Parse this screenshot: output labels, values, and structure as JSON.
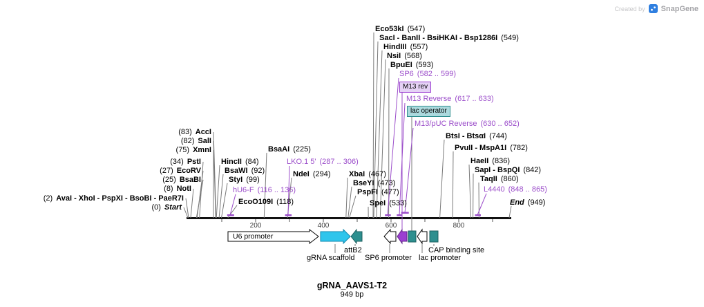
{
  "watermark": {
    "created_by": "Created by",
    "brand": "SnapGene"
  },
  "footer": {
    "title": "gRNA_AAVS1-T2",
    "length": "949 bp"
  },
  "colors": {
    "primer_purple": "#9b4dca",
    "callout_grey": "#7a7a7a",
    "map_black": "#111111",
    "scaffold_cyan": "#2fc5ec",
    "feature_teal": "#2e8f8f",
    "m13rev_purple": "#9b3fd1",
    "m13rev_label_fill": "#e5d2f5",
    "lac_label_fill": "#abd9dd"
  },
  "ruler": {
    "ticks": [
      "200",
      "400",
      "600",
      "800"
    ]
  },
  "left_sites": [
    {
      "pos": "(83)",
      "name": "AccI"
    },
    {
      "pos": "(82)",
      "name": "SalI"
    },
    {
      "pos": "(75)",
      "name": "XmnI"
    },
    {
      "pos": "(34)",
      "name": "PstI"
    },
    {
      "pos": "(27)",
      "name": "EcoRV"
    },
    {
      "pos": "(25)",
      "name": "BsaBI"
    },
    {
      "pos": "(8)",
      "name": "NotI"
    },
    {
      "pos": "(2)",
      "name": "AvaI - XhoI - PspXI - BsoBI - PaeR7I"
    },
    {
      "pos": "(0)",
      "name": "Start"
    }
  ],
  "mid_sites": [
    {
      "name": "HincII",
      "pos": "(84)"
    },
    {
      "name": "BsaWI",
      "pos": "(92)"
    },
    {
      "name": "StyI",
      "pos": "(99)"
    },
    {
      "name": "EcoO109I",
      "pos": "(118)"
    },
    {
      "name": "BsaAI",
      "pos": "(225)"
    },
    {
      "name": "NdeI",
      "pos": "(294)"
    },
    {
      "name": "XbaI",
      "pos": "(467)"
    },
    {
      "name": "BseYI",
      "pos": "(473)"
    },
    {
      "name": "PspFI",
      "pos": "(477)"
    },
    {
      "name": "SpeI",
      "pos": "(533)"
    }
  ],
  "top_sites": [
    {
      "name": "Eco53kI",
      "pos": "(547)"
    },
    {
      "name": "SacI - BanII - BsiHKAI - Bsp1286I",
      "pos": "(549)"
    },
    {
      "name": "HindIII",
      "pos": "(557)"
    },
    {
      "name": "NsiI",
      "pos": "(568)"
    },
    {
      "name": "BpuEI",
      "pos": "(593)"
    },
    {
      "name": "BtsI - BtsαI",
      "pos": "(744)"
    },
    {
      "name": "PvuII - MspA1I",
      "pos": "(782)"
    },
    {
      "name": "HaeII",
      "pos": "(836)"
    },
    {
      "name": "SapI - BspQI",
      "pos": "(842)"
    },
    {
      "name": "TaqII",
      "pos": "(860)"
    },
    {
      "name": "End",
      "pos": "(949)"
    }
  ],
  "primers": [
    {
      "name": "hU6-F",
      "range": "(116 .. 136)"
    },
    {
      "name": "LKO.1 5'",
      "range": "(287 .. 306)"
    },
    {
      "name": "SP6",
      "range": "(582 .. 599)"
    },
    {
      "name": "M13 Reverse",
      "range": "(617 .. 633)"
    },
    {
      "name": "M13/pUC Reverse",
      "range": "(630 .. 652)"
    },
    {
      "name": "L4440",
      "range": "(848 .. 865)"
    }
  ],
  "boxed_labels": [
    {
      "label": "M13 rev"
    },
    {
      "label": "lac operator"
    }
  ],
  "features": [
    {
      "label": "U6 promoter"
    },
    {
      "label": "gRNA scaffold"
    },
    {
      "label": "attB2"
    },
    {
      "label": "SP6 promoter"
    },
    {
      "label": "lac promoter"
    },
    {
      "label": "CAP binding site"
    }
  ]
}
